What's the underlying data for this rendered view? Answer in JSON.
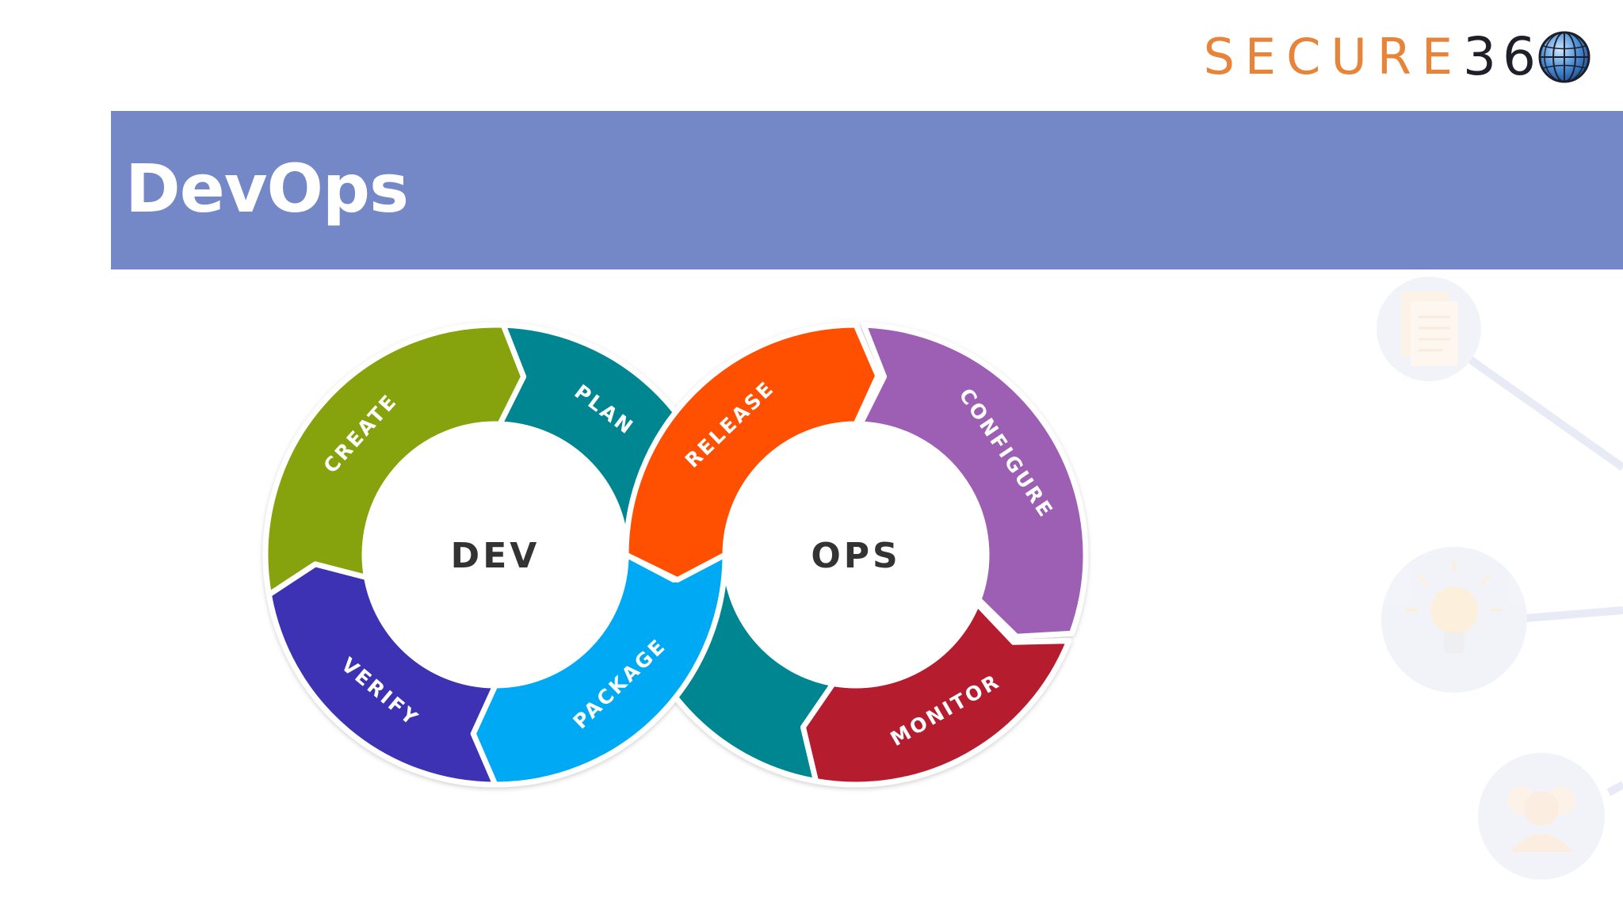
{
  "logo": {
    "word": "SECURE",
    "digits": "36",
    "globe_icon": "globe-icon",
    "word_color": "#e8843a",
    "digits_color": "#1f1f2a"
  },
  "header": {
    "title": "DevOps",
    "bar_color": "#7488c8"
  },
  "diagram": {
    "dev_hub": "DEV",
    "ops_hub": "OPS",
    "stages": [
      {
        "label": "PLAN",
        "color": "#038691"
      },
      {
        "label": "CREATE",
        "color": "#86a30a"
      },
      {
        "label": "VERIFY",
        "color": "#3d31b3"
      },
      {
        "label": "PACKAGE",
        "color": "#03a9f4"
      },
      {
        "label": "RELEASE",
        "color": "#ff4f05"
      },
      {
        "label": "CONFIGURE",
        "color": "#9d5fb3"
      },
      {
        "label": "MONITOR",
        "color": "#b51e2e"
      }
    ]
  },
  "decorations": {
    "icons": [
      "document-icon",
      "lightbulb-icon",
      "users-icon"
    ]
  }
}
